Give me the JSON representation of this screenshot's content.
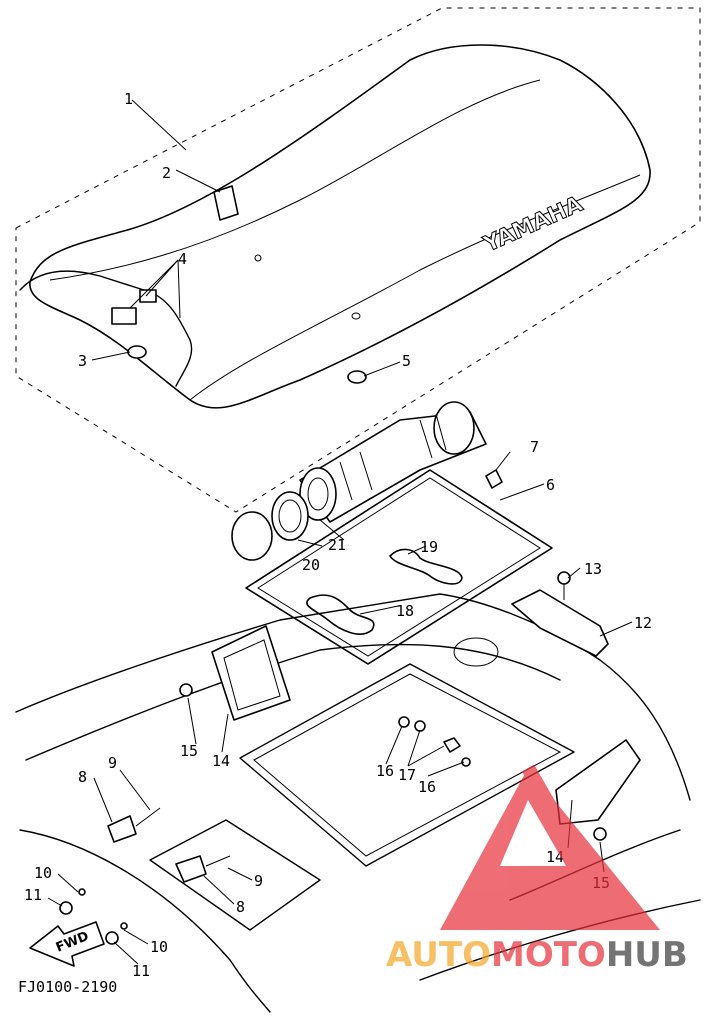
{
  "diagram": {
    "seat_logo": "YAMAHA",
    "drawing_code": "FJ0100-2190",
    "direction_arrow": "FWD",
    "callouts": {
      "c1": "1",
      "c2": "2",
      "c3": "3",
      "c4": "4",
      "c5": "5",
      "c6": "6",
      "c7": "7",
      "c8a": "8",
      "c8b": "8",
      "c9a": "9",
      "c9b": "9",
      "c10a": "10",
      "c10b": "10",
      "c11a": "11",
      "c11b": "11",
      "c12": "12",
      "c13": "13",
      "c14a": "14",
      "c14b": "14",
      "c15a": "15",
      "c15b": "15",
      "c16a": "16",
      "c16b": "16",
      "c17": "17",
      "c18": "18",
      "c19": "19",
      "c20": "20",
      "c21": "21"
    }
  },
  "watermark": {
    "text_part1": "AUTO",
    "text_part2": "MOTO",
    "text_part3": "HUB",
    "color_orange": "#f5a623",
    "color_red": "#e8303a",
    "color_dark": "#3a3a3a"
  }
}
